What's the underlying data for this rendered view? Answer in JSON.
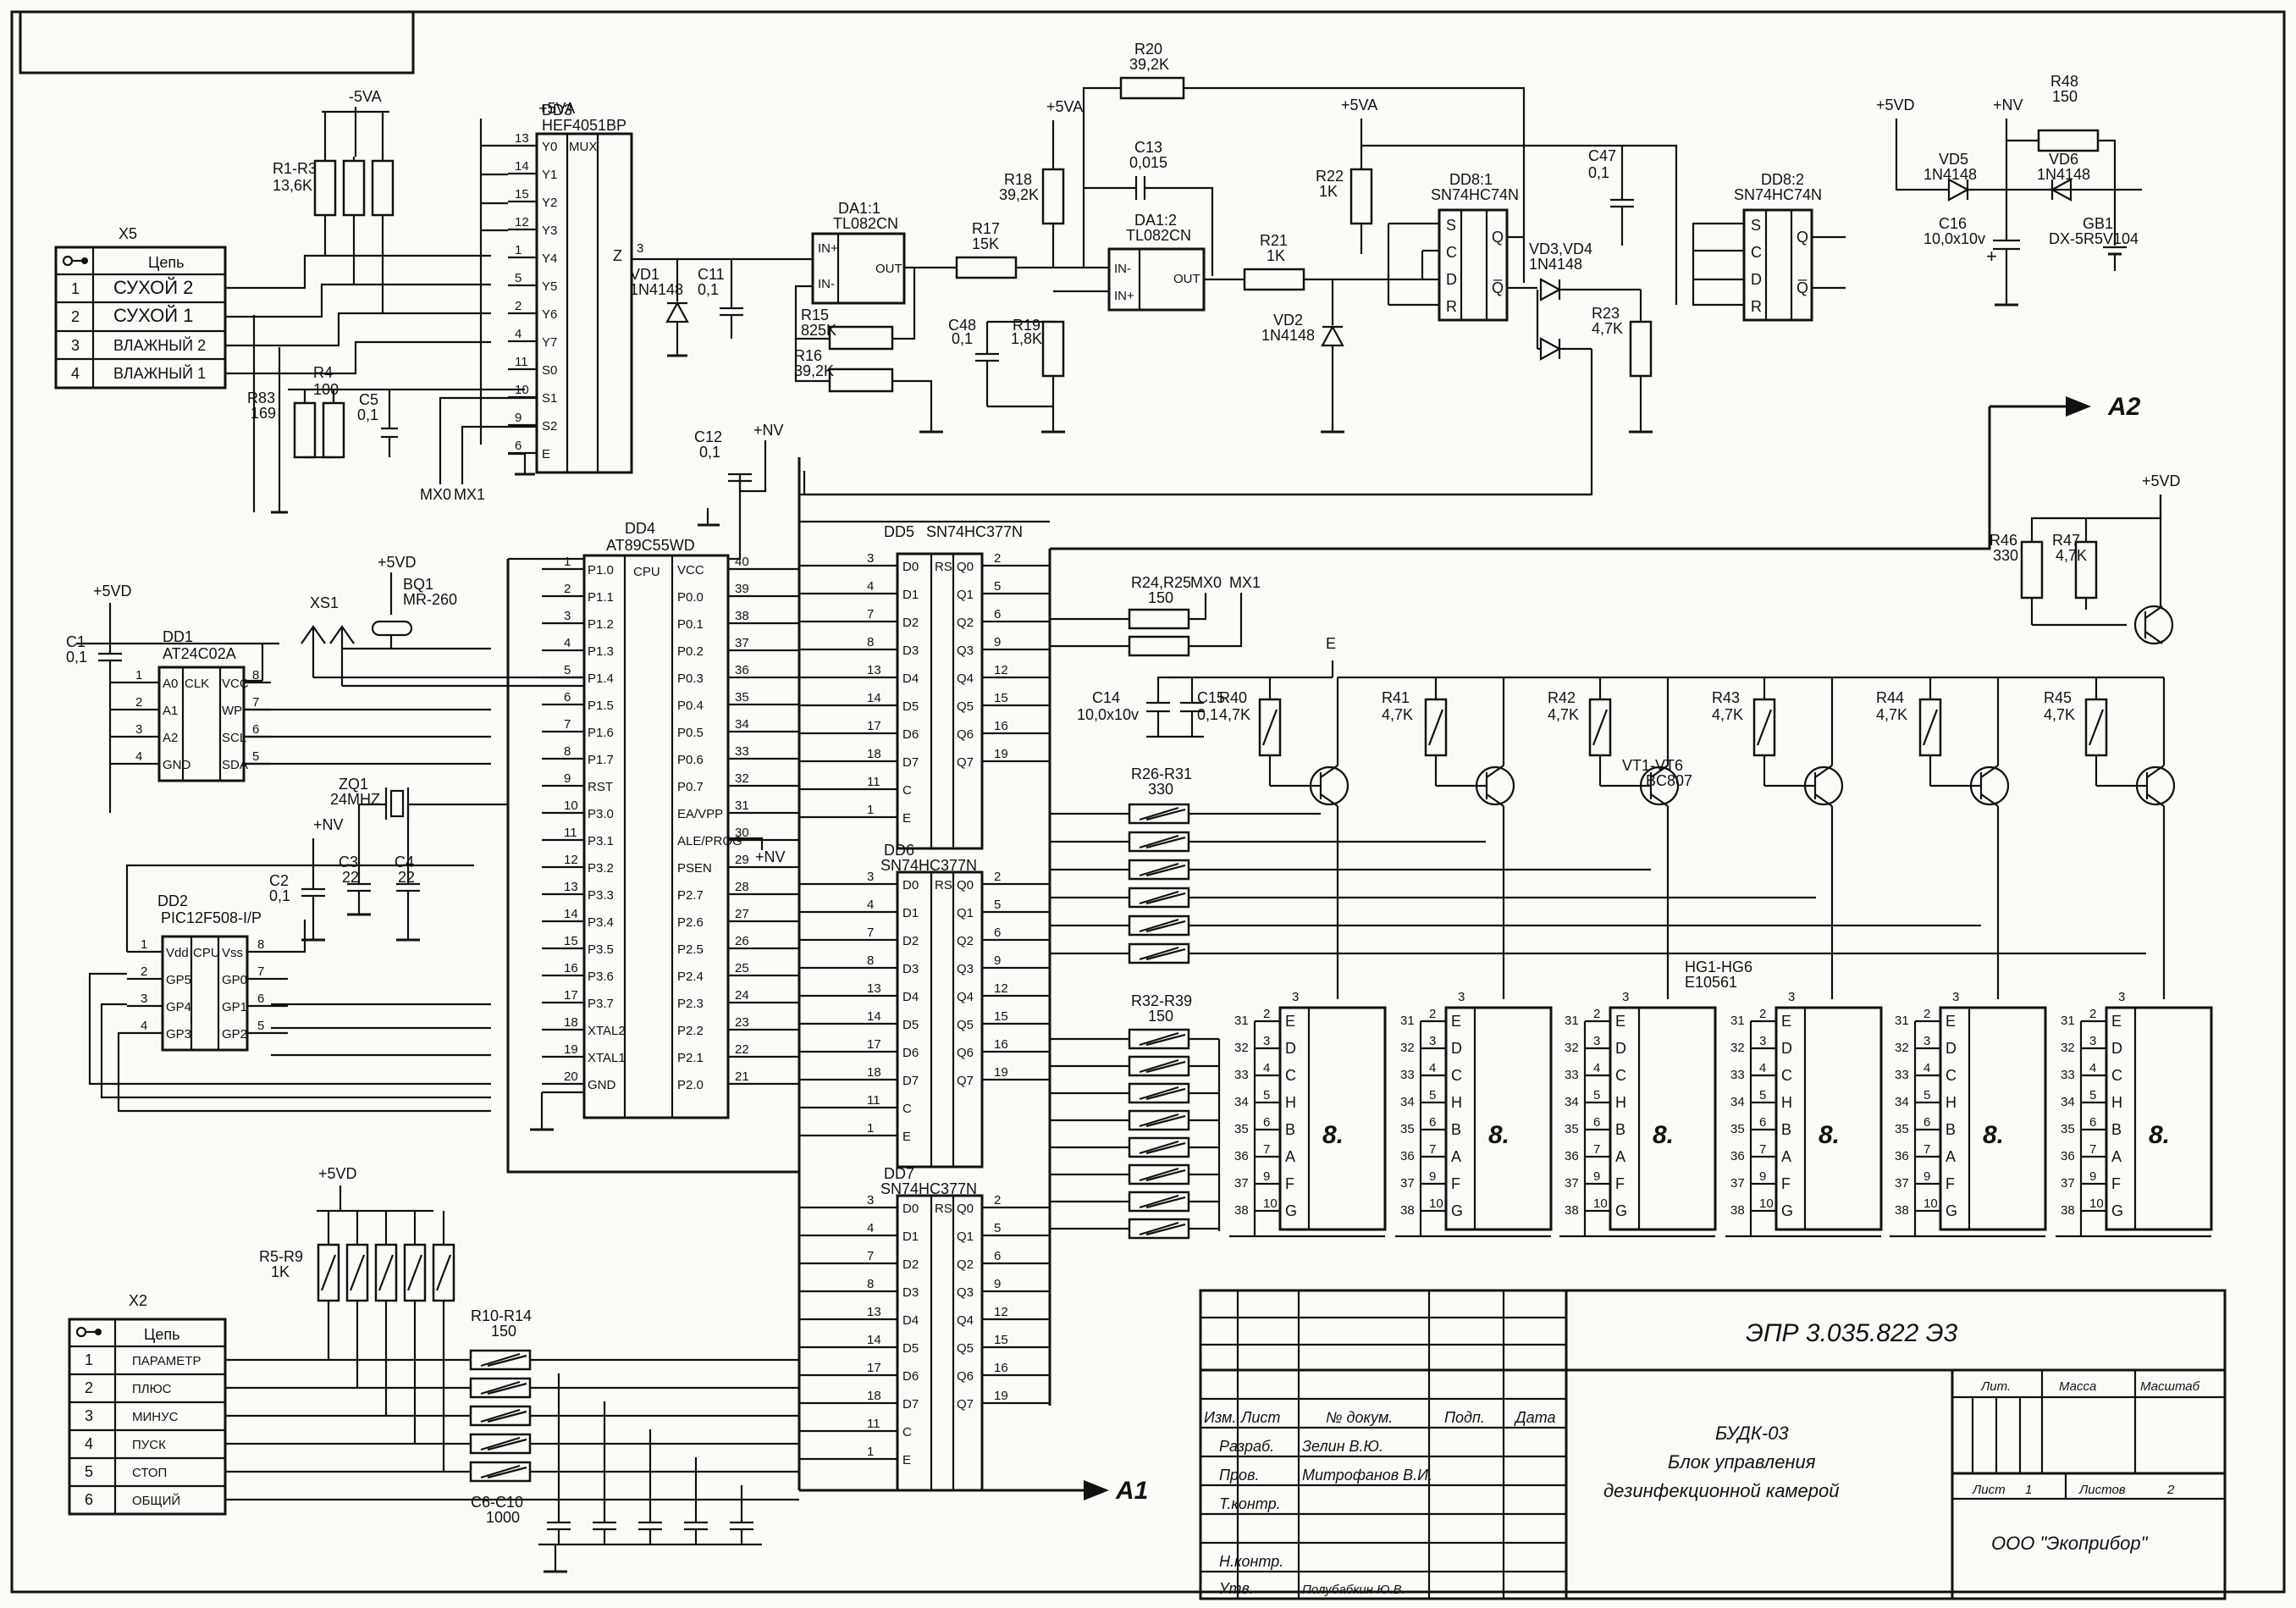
{
  "doc": {
    "code": "ЭПР 3.035.822 Э3",
    "title1": "БУДК-03",
    "title2": "Блок управления",
    "title3": "дезинфекционной камерой",
    "company": "ООО \"Экоприбор\"",
    "lit": "Лит.",
    "mass": "Масса",
    "scale": "Масштаб",
    "sheet_label": "Лист",
    "sheet_no": "1",
    "sheets_label": "Листов",
    "sheets_no": "2",
    "hdr_izm": "Изм.",
    "hdr_list": "Лист",
    "hdr_docno": "№ докум.",
    "hdr_sign": "Подп.",
    "hdr_date": "Дата",
    "row_razrab": "Разраб.",
    "name_razrab": "Зелин В.Ю.",
    "row_prov": "Пров.",
    "name_prov": "Митрофанов В.И.",
    "row_tkontr": "Т.контр.",
    "row_nkontr": "Н.контр.",
    "row_utv": "Утв.",
    "name_utv": "Полубабкин Ю.В."
  },
  "x5": {
    "ref": "X5",
    "header": "Цепь",
    "rows": [
      {
        "n": "1",
        "name": "СУХОЙ 2"
      },
      {
        "n": "2",
        "name": "СУХОЙ 1"
      },
      {
        "n": "3",
        "name": "ВЛАЖНЫЙ 2"
      },
      {
        "n": "4",
        "name": "ВЛАЖНЫЙ 1"
      }
    ]
  },
  "x2": {
    "ref": "X2",
    "header": "Цепь",
    "rows": [
      {
        "n": "1",
        "name": "ПАРАМЕТР"
      },
      {
        "n": "2",
        "name": "ПЛЮС"
      },
      {
        "n": "3",
        "name": "МИНУС"
      },
      {
        "n": "4",
        "name": "ПУСК"
      },
      {
        "n": "5",
        "name": "СТОП"
      },
      {
        "n": "6",
        "name": "ОБЩИЙ"
      }
    ]
  },
  "chips": {
    "dd3_ref": "DD3",
    "dd3_part": "HEF4051BP",
    "dd3_mux": "MUX",
    "dd3_pins_l": [
      "13",
      "14",
      "15",
      "12",
      "1",
      "5",
      "2",
      "4",
      "11",
      "10",
      "9",
      "6"
    ],
    "dd3_pins_n": [
      "Y0",
      "Y1",
      "Y2",
      "Y3",
      "Y4",
      "Y5",
      "Y6",
      "Y7",
      "S0",
      "S1",
      "S2",
      "E"
    ],
    "dd3_z": "Z",
    "dd3_zpin": "3",
    "dd4_ref": "DD4",
    "dd4_part": "AT89C55WD",
    "dd4_cpu": "CPU",
    "dd4_left_pins": [
      "1",
      "2",
      "3",
      "4",
      "5",
      "6",
      "7",
      "8",
      "9",
      "10",
      "11",
      "12",
      "13",
      "14",
      "15",
      "16",
      "17",
      "18",
      "19",
      "20"
    ],
    "dd4_left_names": [
      "P1.0",
      "P1.1",
      "P1.2",
      "P1.3",
      "P1.4",
      "P1.5",
      "P1.6",
      "P1.7",
      "RST",
      "P3.0",
      "P3.1",
      "P3.2",
      "P3.3",
      "P3.4",
      "P3.5",
      "P3.6",
      "P3.7",
      "XTAL2",
      "XTAL1",
      "GND"
    ],
    "dd4_right_pins": [
      "40",
      "39",
      "38",
      "37",
      "36",
      "35",
      "34",
      "33",
      "32",
      "31",
      "30",
      "29",
      "28",
      "27",
      "26",
      "25",
      "24",
      "23",
      "22",
      "21"
    ],
    "dd4_right_names": [
      "VCC",
      "P0.0",
      "P0.1",
      "P0.2",
      "P0.3",
      "P0.4",
      "P0.5",
      "P0.6",
      "P0.7",
      "EA/VPP",
      "ALE/PROG",
      "PSEN",
      "P2.7",
      "P2.6",
      "P2.5",
      "P2.4",
      "P2.3",
      "P2.2",
      "P2.1",
      "P2.0"
    ],
    "latch_part": "SN74HC377N",
    "dd5_ref": "DD5",
    "dd6_ref": "DD6",
    "dd7_ref": "DD7",
    "latch_in_pins": [
      "3",
      "4",
      "7",
      "8",
      "13",
      "14",
      "17",
      "18",
      "11",
      "1"
    ],
    "latch_in_names": [
      "D0",
      "D1",
      "D2",
      "D3",
      "D4",
      "D5",
      "D6",
      "D7",
      "C",
      "E"
    ],
    "latch_out_pins": [
      "2",
      "5",
      "6",
      "9",
      "12",
      "15",
      "16",
      "19"
    ],
    "latch_out_names": [
      "Q0",
      "Q1",
      "Q2",
      "Q3",
      "Q4",
      "Q5",
      "Q6",
      "Q7"
    ],
    "rs": "RS",
    "dd1_ref": "DD1",
    "dd1_part": "AT24C02A",
    "dd1_left": [
      "A0",
      "A1",
      "A2",
      "GND"
    ],
    "dd1_left_pins": [
      "1",
      "2",
      "3",
      "4"
    ],
    "dd1_right": [
      "VCC",
      "WP",
      "SCL",
      "SDA"
    ],
    "dd1_right_pins": [
      "8",
      "7",
      "6",
      "5"
    ],
    "dd1_mid": "CLK",
    "dd2_ref": "DD2",
    "dd2_part": "PIC12F508-I/P",
    "dd2_cpu": "CPU",
    "dd2_left": [
      "Vdd",
      "GP5",
      "GP4",
      "GP3"
    ],
    "dd2_left_pins": [
      "1",
      "2",
      "3",
      "4"
    ],
    "dd2_right": [
      "Vss",
      "GP0",
      "GP1",
      "GP2"
    ],
    "dd2_right_pins": [
      "8",
      "7",
      "6",
      "5"
    ],
    "da11_ref": "DA1:1",
    "da11_part": "TL082CN",
    "da12_ref": "DA1:2",
    "da12_part": "TL082CN",
    "dd81_ref": "DD8:1",
    "dd81_part": "SN74HC74N",
    "dd82_ref": "DD8:2",
    "dd82_part": "SN74HC74N",
    "ff_pins": [
      "S",
      "C",
      "D",
      "R"
    ],
    "in_plus": "IN+",
    "in_minus": "IN-",
    "out": "OUT",
    "q": "Q",
    "qn": "Q̅"
  },
  "components": {
    "r1r3": "R1-R3",
    "r1r3_v": "13,6K",
    "r4": "R4",
    "r4_v": "100",
    "r83": "R83",
    "r83_v": "169",
    "c5": "C5",
    "c5_v": "0,1",
    "vd1": "VD1",
    "vd1_v": "1N4148",
    "c11": "C11",
    "c11_v": "0,1",
    "r15": "R15",
    "r15_v": "825K",
    "r16": "R16",
    "r16_v": "39,2K",
    "r17": "R17",
    "r17_v": "15K",
    "r18": "R18",
    "r18_v": "39,2K",
    "r19": "R19",
    "r19_v": "1,8K",
    "c48": "C48",
    "c48_v": "0,1",
    "r20": "R20",
    "r20_v": "39,2K",
    "c13": "C13",
    "c13_v": "0,015",
    "r21": "R21",
    "r21_v": "1K",
    "r22": "R22",
    "r22_v": "1K",
    "vd2": "VD2",
    "vd2_v": "1N4148",
    "c47": "C47",
    "c47_v": "0,1",
    "vd34": "VD3,VD4",
    "vd34_v": "1N4148",
    "r23": "R23",
    "r23_v": "4,7K",
    "vd5": "VD5",
    "vd5_v": "1N4148",
    "vd6": "VD6",
    "vd6_v": "1N4148",
    "r48": "R48",
    "r48_v": "150",
    "c16": "C16",
    "c16_v": "10,0x10v",
    "gb1": "GB1",
    "gb1_v": "DX-5R5V104",
    "c12": "C12",
    "c12_v": "0,1",
    "c1": "C1",
    "c1_v": "0,1",
    "xs1": "XS1",
    "bq1": "BQ1",
    "bq1_v": "MR-260",
    "zq1": "ZQ1",
    "zq1_v": "24MHZ",
    "c2": "C2",
    "c2_v": "0,1",
    "c3": "C3",
    "c3_v": "22",
    "c4": "C4",
    "c4_v": "22",
    "r24r25": "R24,R25",
    "r24r25_v": "150",
    "c14": "C14",
    "c14_v": "10,0x10v",
    "c15": "C15",
    "c15_v": "0,1",
    "r40": "R40",
    "r41": "R41",
    "r42": "R42",
    "r43": "R43",
    "r44": "R44",
    "r45": "R45",
    "r4x_v": "4,7K",
    "r26r31": "R26-R31",
    "r26r31_v": "330",
    "r32r39": "R32-R39",
    "r32r39_v": "150",
    "vt": "VT1-VT6",
    "vt_v": "BC807",
    "hg": "HG1-HG6",
    "hg_v": "E10561",
    "r46": "R46",
    "r46_v": "330",
    "r47": "R47",
    "r47_v": "4,7K",
    "r5r9": "R5-R9",
    "r5r9_v": "1K",
    "r10r14": "R10-R14",
    "r10r14_v": "150",
    "c6c10": "C6-C10",
    "c6c10_v": "1000",
    "seg_letters": [
      "E",
      "D",
      "C",
      "H",
      "B",
      "A",
      "F",
      "G"
    ],
    "seg_pins": [
      "2",
      "3",
      "4",
      "5",
      "6",
      "7",
      "9",
      "10"
    ],
    "seg_nets": [
      "31",
      "32",
      "33",
      "34",
      "35",
      "36",
      "37",
      "38"
    ],
    "seg_digit": "8.",
    "seg_3": "3",
    "e_label": "E"
  },
  "nets": {
    "p5va": "+5VA",
    "m5va": "-5VA",
    "p5vd": "+5VD",
    "pnv": "+NV",
    "mx0": "MX0",
    "mx1": "MX1",
    "a1": "A1",
    "a2": "A2"
  }
}
